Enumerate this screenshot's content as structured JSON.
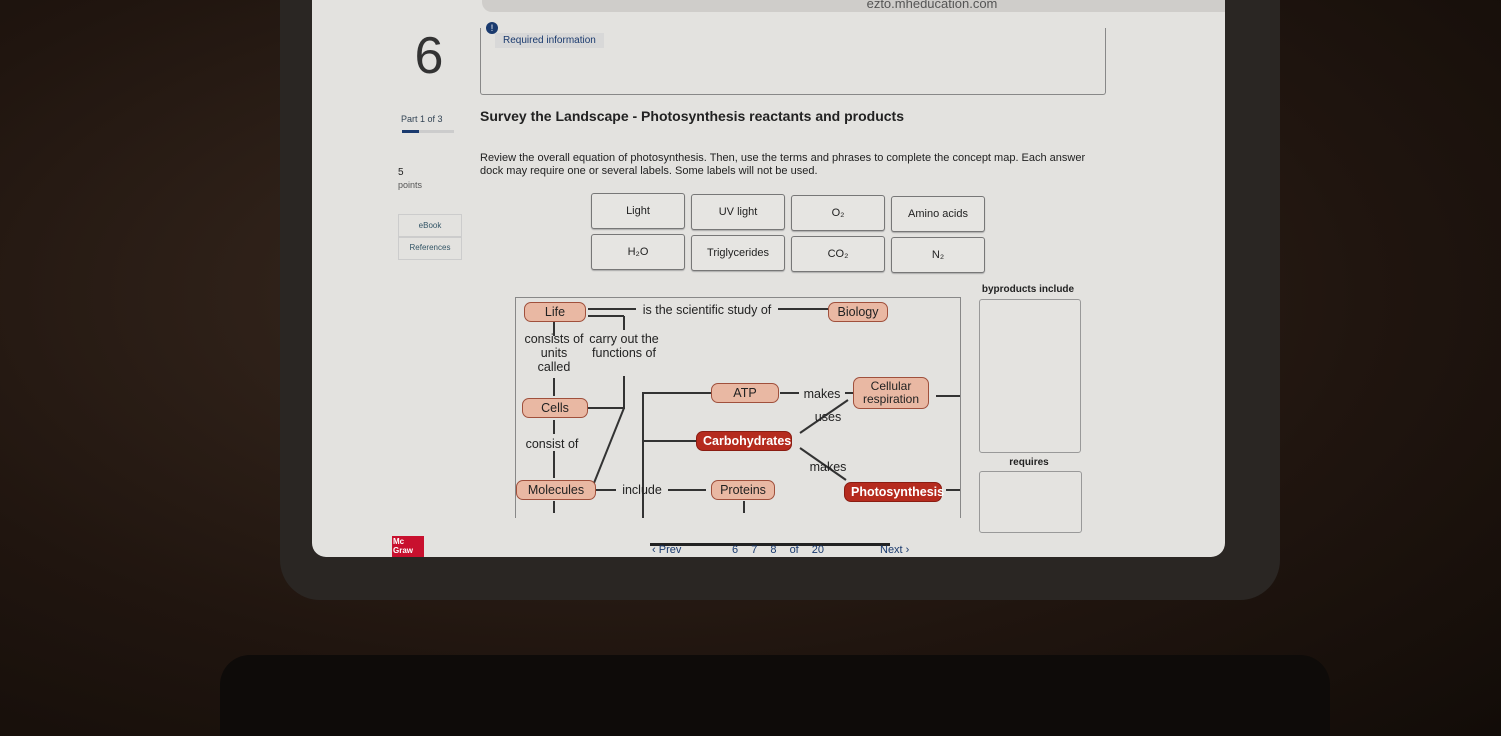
{
  "browser": {
    "url": "ezto.mheducation.com"
  },
  "question": {
    "number": "6",
    "part": "Part 1 of 3",
    "part_progress": 0.33,
    "points_value": "5",
    "points_label": "points",
    "ebook": "eBook",
    "references": "References"
  },
  "notice": {
    "label": "Required information"
  },
  "title": "Survey the Landscape - Photosynthesis reactants and products",
  "instructions": "Review the overall equation of photosynthesis. Then, use the terms and phrases to complete the concept map. Each answer dock may require one or several labels. Some labels will not be used.",
  "labels": [
    "Light",
    "UV light",
    "O₂",
    "Amino acids",
    "H₂O",
    "Triglycerides",
    "CO₂",
    "N₂"
  ],
  "map": {
    "nodes": {
      "life": "Life",
      "biology": "Biology",
      "cells": "Cells",
      "molecules": "Molecules",
      "atp": "ATP",
      "carbohydrates": "Carbohydrates",
      "proteins": "Proteins",
      "cellular_respiration": "Cellular respiration",
      "photosynthesis": "Photosynthesis"
    },
    "links": {
      "study": "is the scientific study of",
      "consists": "consists of units called",
      "carry": "carry out the functions of",
      "consist_of": "consist of",
      "include": "include",
      "makes1": "makes",
      "uses": "uses",
      "makes2": "makes"
    },
    "docks": {
      "byproducts": "byproducts include",
      "requires": "requires"
    }
  },
  "pager": {
    "prev": "Prev",
    "pages": [
      "6",
      "7",
      "8"
    ],
    "of": "of 20",
    "next": "Next"
  },
  "logo": "Mc Graw",
  "colors": {
    "node": "#e9b8a3",
    "highlight": "#b52b1e",
    "accent": "#1a3a6e"
  }
}
